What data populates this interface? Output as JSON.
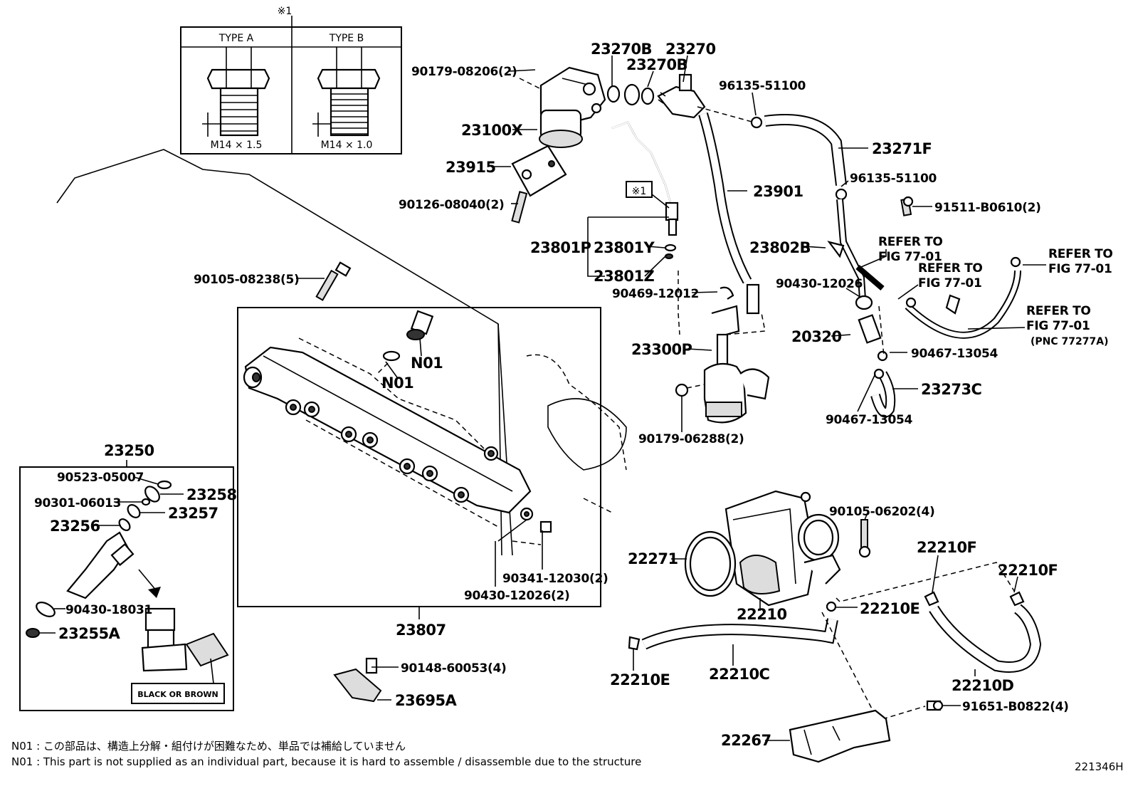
{
  "inset_type": {
    "mark": "※1",
    "type_a": {
      "label": "TYPE A",
      "thread": "M14 × 1.5"
    },
    "type_b": {
      "label": "TYPE B",
      "thread": "M14 × 1.0"
    }
  },
  "part_labels": [
    {
      "id": "p1",
      "text": "90179-08206(2)"
    },
    {
      "id": "p2",
      "text": "23270B"
    },
    {
      "id": "p3",
      "text": "23270"
    },
    {
      "id": "p4",
      "text": "23270B"
    },
    {
      "id": "p5",
      "text": "96135-51100"
    },
    {
      "id": "p6",
      "text": "23100X"
    },
    {
      "id": "p7",
      "text": "23271F"
    },
    {
      "id": "p8",
      "text": "23915"
    },
    {
      "id": "p9",
      "text": "96135-51100"
    },
    {
      "id": "p10",
      "text": "23901"
    },
    {
      "id": "p11",
      "text": "90126-08040(2)"
    },
    {
      "id": "p12",
      "text": "91511-B0610(2)"
    },
    {
      "id": "p13",
      "text": "23801P"
    },
    {
      "id": "p14",
      "text": "23801Y"
    },
    {
      "id": "p15",
      "text": "23802B"
    },
    {
      "id": "p16",
      "text": "23801Z"
    },
    {
      "id": "p17",
      "text": "90105-08238(5)"
    },
    {
      "id": "p18",
      "text": "90469-12012"
    },
    {
      "id": "p19",
      "text": "90430-12026"
    },
    {
      "id": "p20",
      "text": "20320"
    },
    {
      "id": "p21",
      "text": "90467-13054"
    },
    {
      "id": "p22",
      "text": "23300P"
    },
    {
      "id": "p23",
      "text": "N01"
    },
    {
      "id": "p24",
      "text": "N01"
    },
    {
      "id": "p25",
      "text": "23273C"
    },
    {
      "id": "p26",
      "text": "90467-13054"
    },
    {
      "id": "p27",
      "text": "90179-06288(2)"
    },
    {
      "id": "p28",
      "text": "23250"
    },
    {
      "id": "p29",
      "text": "90523-05007"
    },
    {
      "id": "p30",
      "text": "23258"
    },
    {
      "id": "p31",
      "text": "90301-06013"
    },
    {
      "id": "p32",
      "text": "23257"
    },
    {
      "id": "p33",
      "text": "23256"
    },
    {
      "id": "p34",
      "text": "90105-06202(4)"
    },
    {
      "id": "p35",
      "text": "22271"
    },
    {
      "id": "p36",
      "text": "22210F"
    },
    {
      "id": "p37",
      "text": "22210F"
    },
    {
      "id": "p38",
      "text": "90341-12030(2)"
    },
    {
      "id": "p39",
      "text": "90430-12026(2)"
    },
    {
      "id": "p40",
      "text": "90430-18031"
    },
    {
      "id": "p41",
      "text": "22210"
    },
    {
      "id": "p42",
      "text": "22210E"
    },
    {
      "id": "p43",
      "text": "23255A"
    },
    {
      "id": "p44",
      "text": "23807"
    },
    {
      "id": "p45",
      "text": "90148-60053(4)"
    },
    {
      "id": "p46",
      "text": "22210E"
    },
    {
      "id": "p47",
      "text": "22210C"
    },
    {
      "id": "p48",
      "text": "22210D"
    },
    {
      "id": "p49",
      "text": "23695A"
    },
    {
      "id": "p50",
      "text": "91651-B0822(4)"
    },
    {
      "id": "p51",
      "text": "22267"
    }
  ],
  "refer_notes": [
    {
      "id": "r1",
      "line1": "REFER TO",
      "line2": "FIG 77-01",
      "line3": ""
    },
    {
      "id": "r2",
      "line1": "REFER TO",
      "line2": "FIG 77-01",
      "line3": ""
    },
    {
      "id": "r3",
      "line1": "REFER TO",
      "line2": "FIG 77-01",
      "line3": ""
    },
    {
      "id": "r4",
      "line1": "REFER TO",
      "line2": "FIG 77-01",
      "line3": "(PNC 77277A)"
    }
  ],
  "callout_mark": "※1",
  "connector_label": "BLACK OR BROWN",
  "footnotes": {
    "jp": "N01 : この部品は、構造上分解・組付けが困難なため、単品では補給していません",
    "en": "N01 : This part is not supplied as an individual part, because it is hard to assemble / disassemble due to the structure"
  },
  "figure_code": "221346H"
}
